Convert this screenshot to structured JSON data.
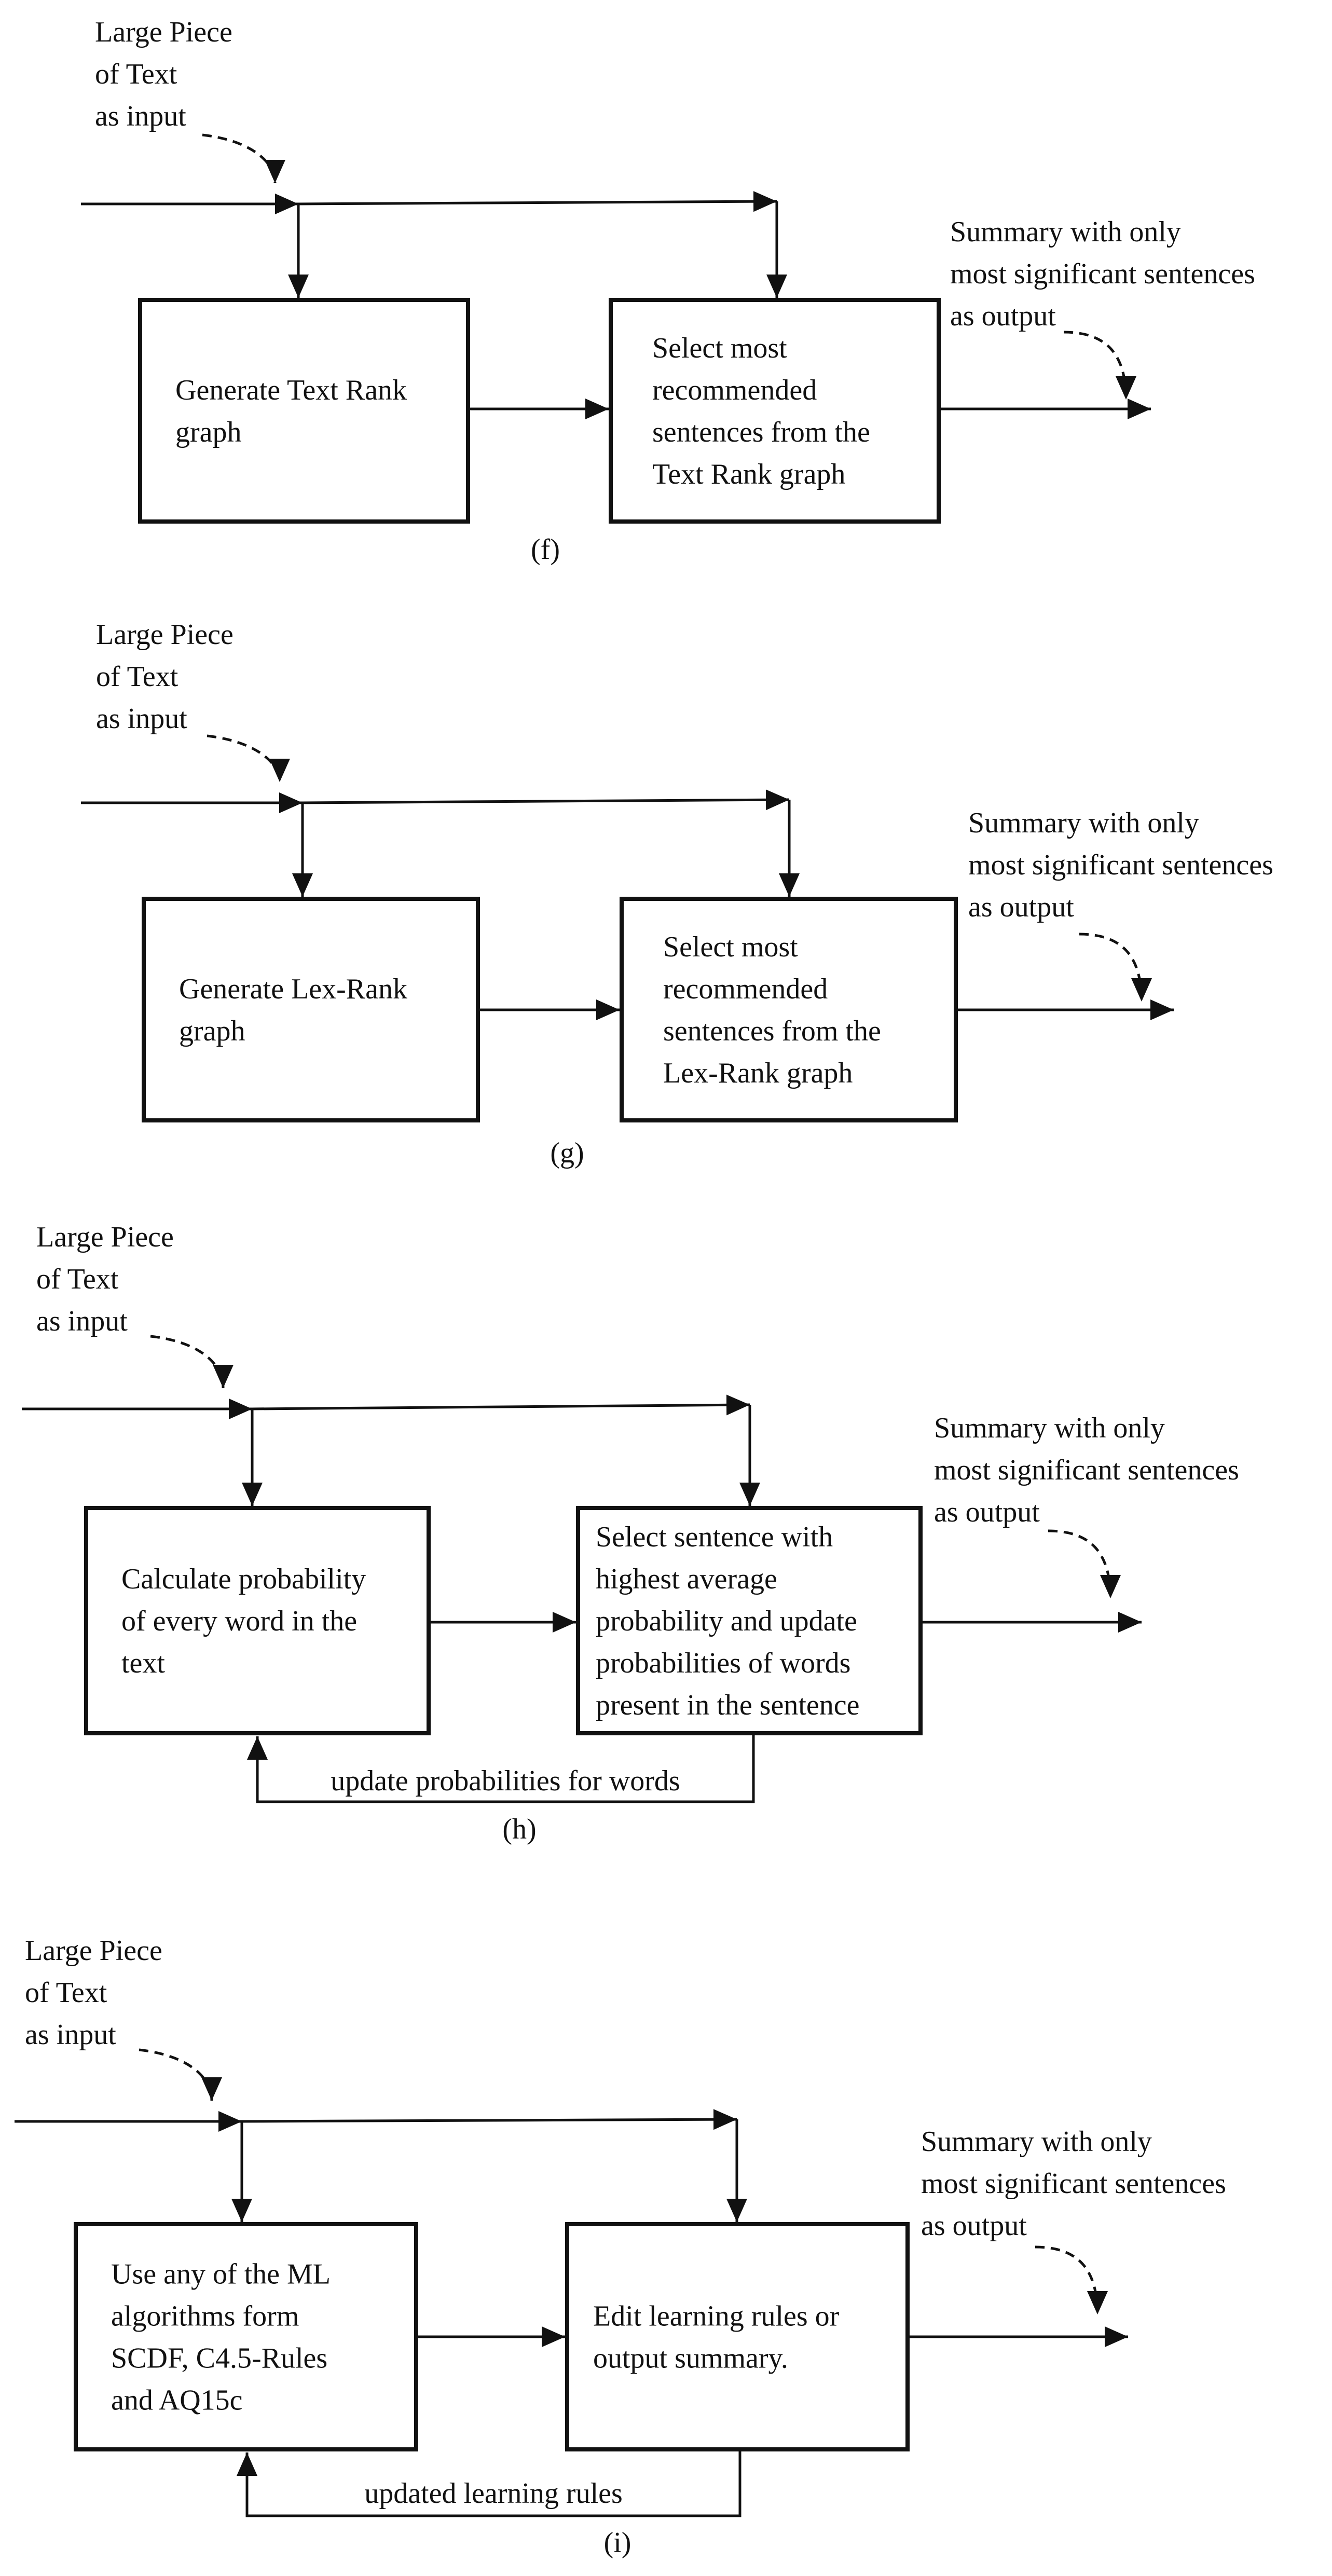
{
  "panels": [
    {
      "caption": "(f)",
      "input_label": [
        "Large Piece",
        "of Text",
        "as input"
      ],
      "box1_lines": [
        "Generate Text Rank",
        "graph"
      ],
      "box2_lines": [
        "Select most",
        "recommended",
        "sentences from the",
        "Text Rank graph"
      ],
      "output_label": [
        "Summary with only",
        "most significant sentences",
        "as output"
      ],
      "feedback_label": ""
    },
    {
      "caption": "(g)",
      "input_label": [
        "Large Piece",
        "of Text",
        "as input"
      ],
      "box1_lines": [
        "Generate Lex-Rank",
        "graph"
      ],
      "box2_lines": [
        "Select most",
        "recommended",
        "sentences from the",
        "Lex-Rank graph"
      ],
      "output_label": [
        "Summary with only",
        "most significant sentences",
        "as output"
      ],
      "feedback_label": ""
    },
    {
      "caption": "(h)",
      "input_label": [
        "Large Piece",
        "of Text",
        "as input"
      ],
      "box1_lines": [
        "Calculate probability",
        "of every word in the",
        "text"
      ],
      "box2_lines": [
        "Select sentence with",
        "highest average",
        "probability and update",
        "probabilities of words",
        "present in the sentence"
      ],
      "output_label": [
        "Summary with only",
        "most significant sentences",
        "as output"
      ],
      "feedback_label": "update probabilities for words"
    },
    {
      "caption": "(i)",
      "input_label": [
        "Large Piece",
        "of Text",
        "as input"
      ],
      "box1_lines": [
        "Use any of the ML",
        "algorithms form",
        "SCDF, C4.5-Rules",
        "and AQ15c"
      ],
      "box2_lines": [
        "Edit learning rules or",
        "output summary."
      ],
      "output_label": [
        "Summary with only",
        "most significant sentences",
        "as output"
      ],
      "feedback_label": "updated learning rules"
    }
  ]
}
